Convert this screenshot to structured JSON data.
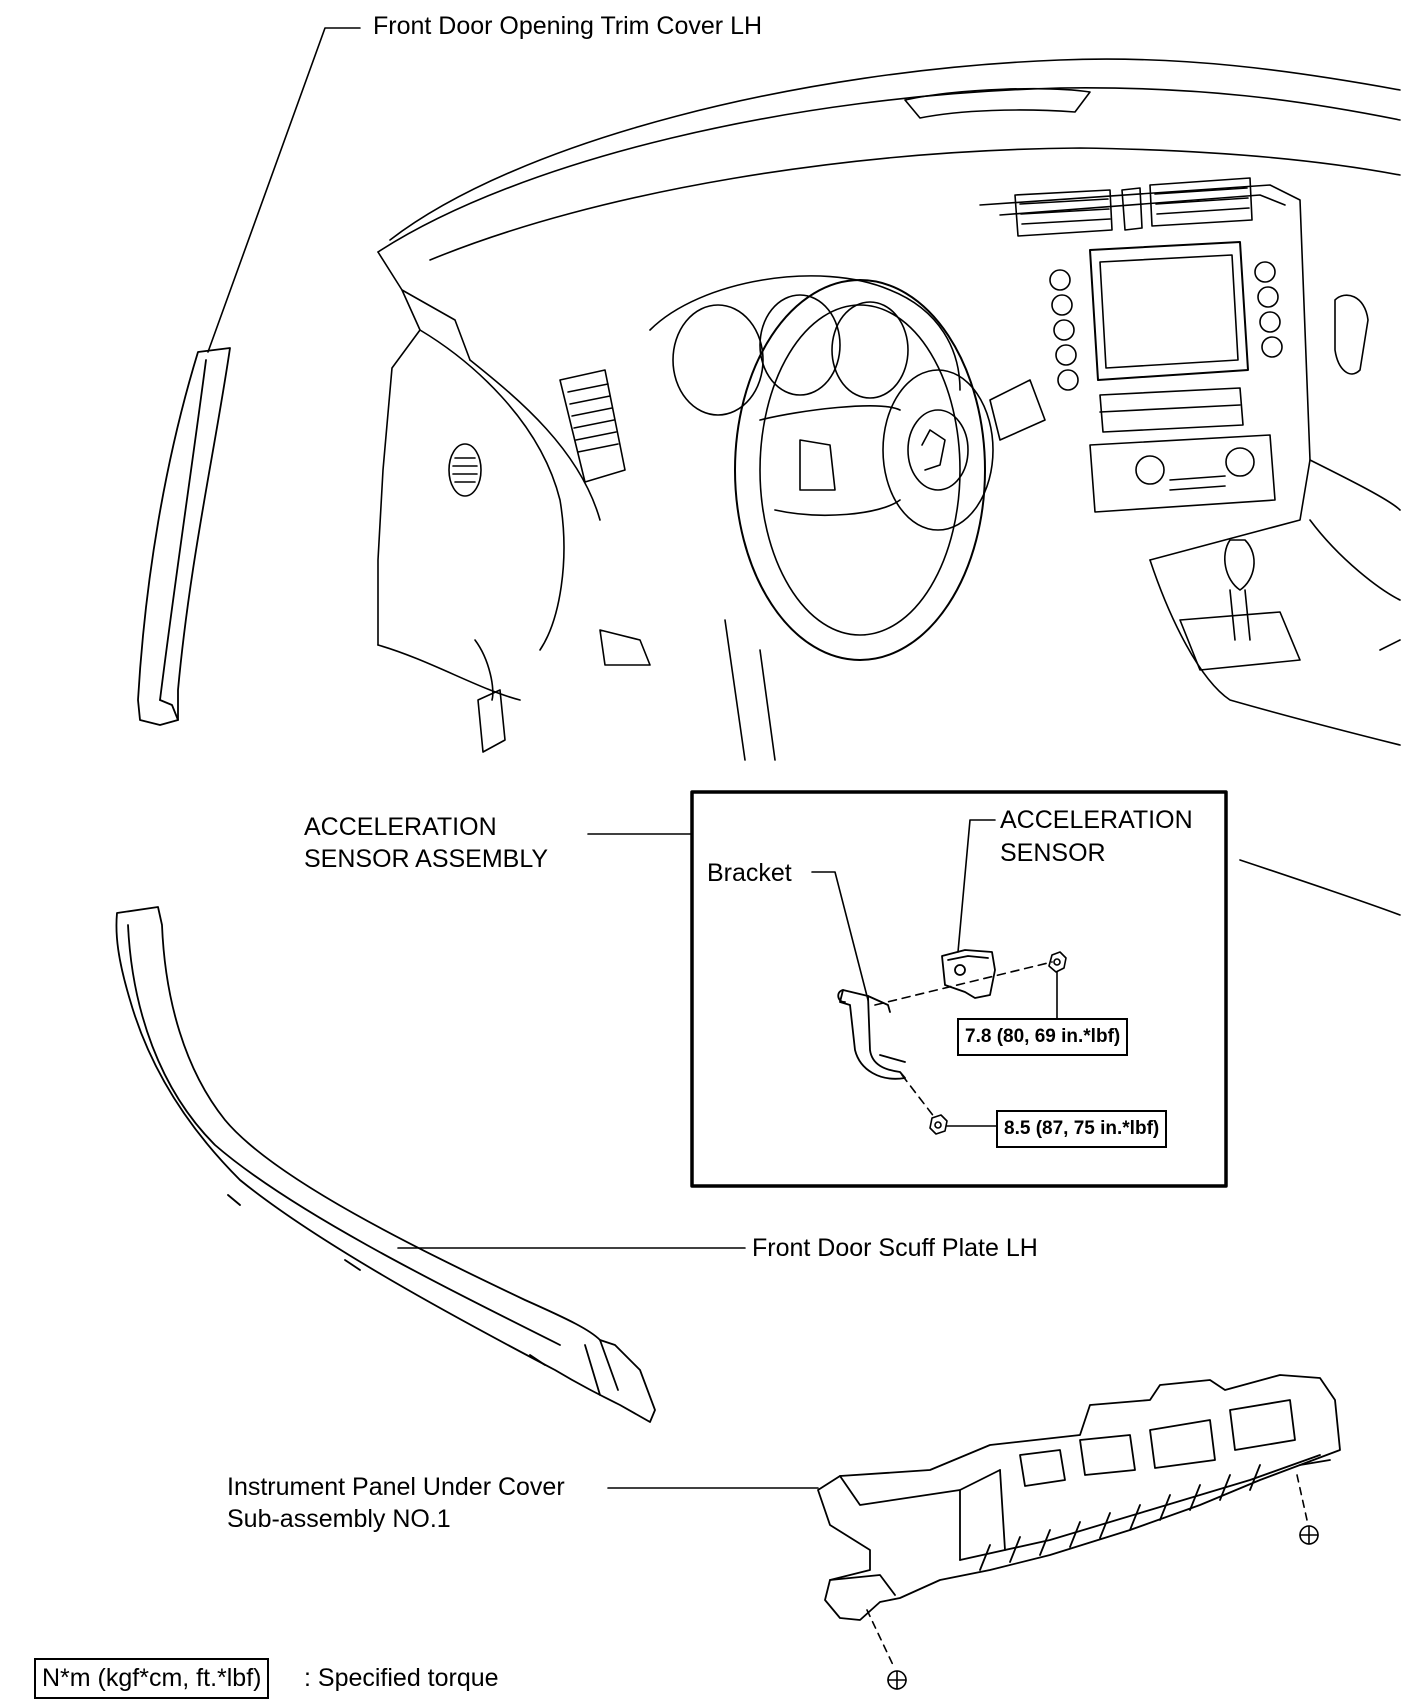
{
  "labels": {
    "trim_cover": "Front Door Opening Trim Cover LH",
    "accel_assembly_line1": "ACCELERATION",
    "accel_assembly_line2": "SENSOR ASSEMBLY",
    "accel_sensor_line1": "ACCELERATION",
    "accel_sensor_line2": "SENSOR",
    "bracket": "Bracket",
    "scuff_plate": "Front Door Scuff Plate LH",
    "under_cover_line1": "Instrument Panel Under Cover",
    "under_cover_line2": "Sub-assembly NO.1"
  },
  "torques": {
    "sensor_nut": "7.8 (80, 69 in.*lbf)",
    "bracket_nut": "8.5 (87, 75 in.*lbf)"
  },
  "legend": {
    "unit_box": "N*m (kgf*cm, ft.*lbf)",
    "description": ": Specified torque"
  },
  "colors": {
    "line": "#000000",
    "background": "#ffffff"
  }
}
